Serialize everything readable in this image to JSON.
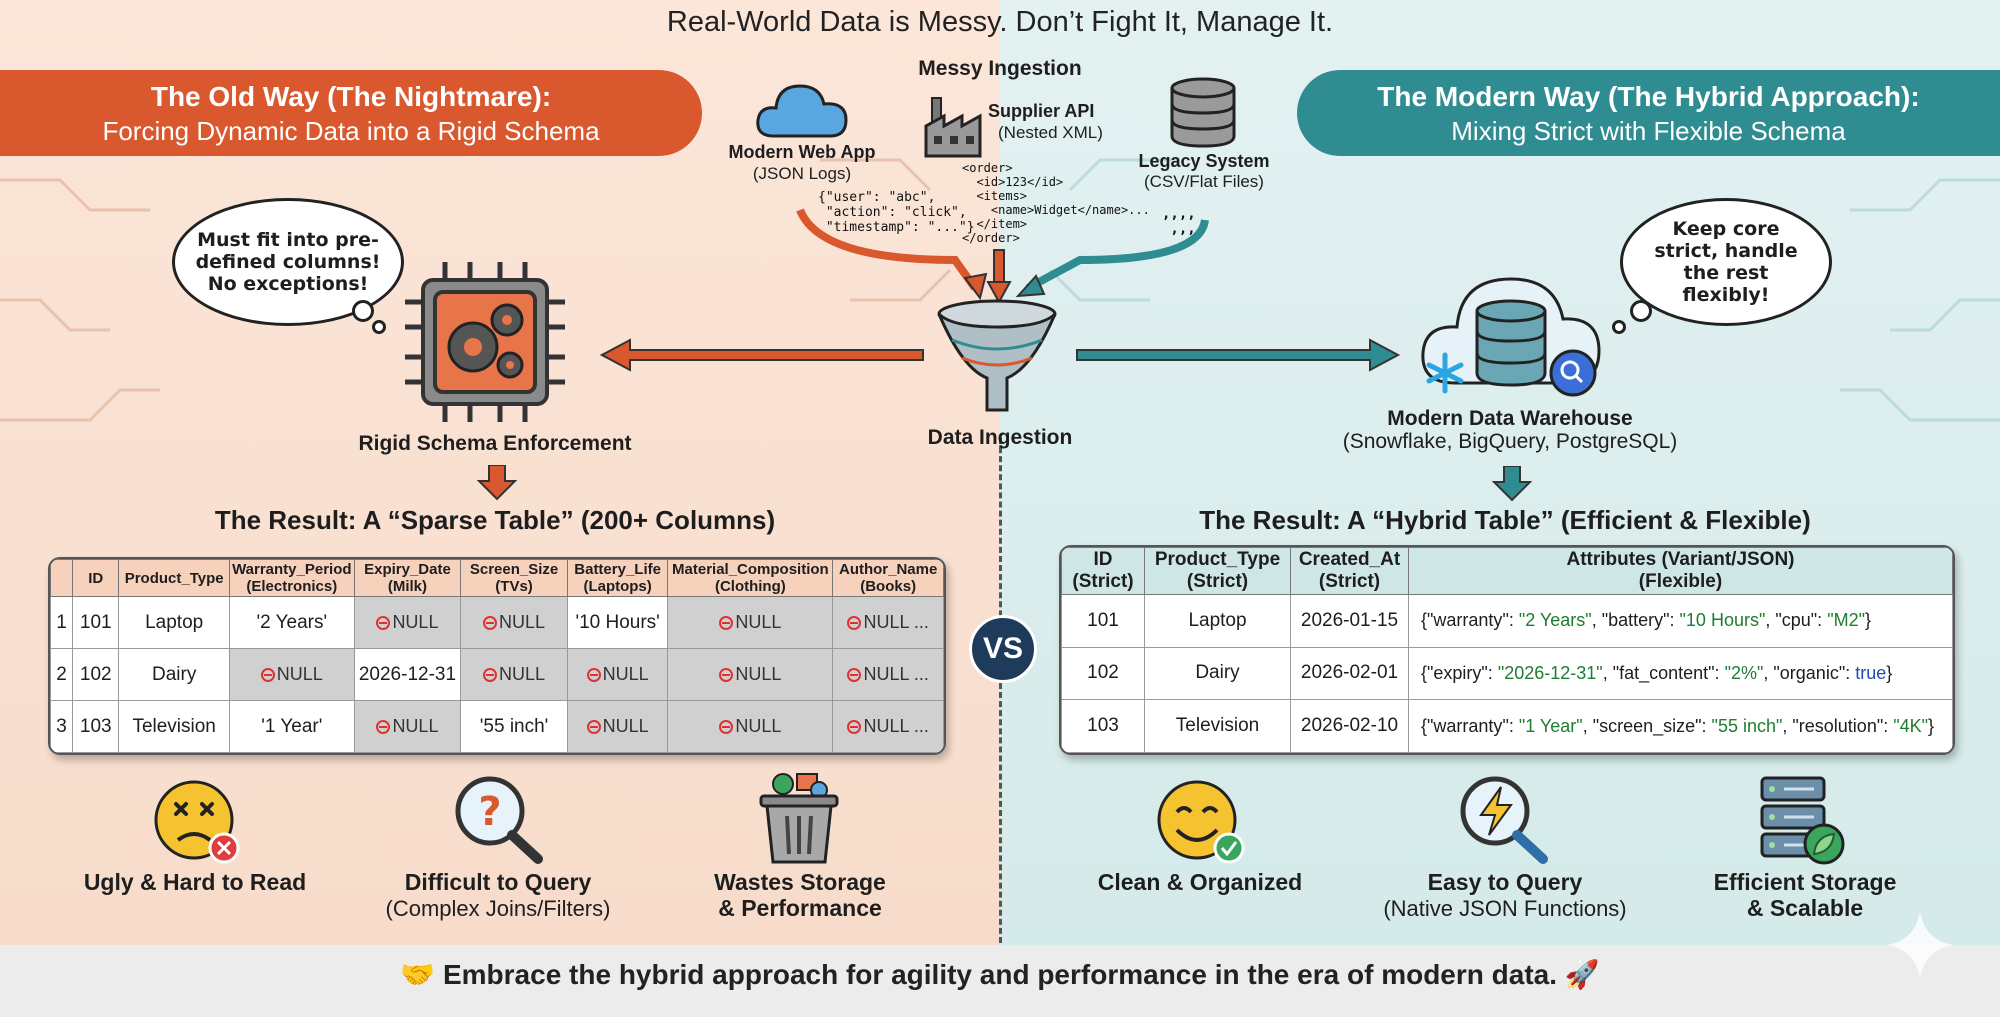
{
  "title": "Real-World Data is Messy. Don’t Fight It, Manage It.",
  "old_way": {
    "banner_title": "The Old Way (The Nightmare):",
    "banner_subtitle": "Forcing Dynamic Data into a Rigid Schema",
    "bubble": "Must fit into pre-defined columns! No exceptions!",
    "engine_label": "Rigid Schema Enforcement",
    "result_title": "The Result: A “Sparse Table” (200+ Columns)",
    "table": {
      "headers": [
        {
          "main": "",
          "sub": ""
        },
        {
          "main": "ID",
          "sub": ""
        },
        {
          "main": "Product_Type",
          "sub": ""
        },
        {
          "main": "Warranty_Period",
          "sub": "(Electronics)"
        },
        {
          "main": "Expiry_Date",
          "sub": "(Milk)"
        },
        {
          "main": "Screen_Size",
          "sub": "(TVs)"
        },
        {
          "main": "Battery_Life",
          "sub": "(Laptops)"
        },
        {
          "main": "Material_Composition",
          "sub": "(Clothing)"
        },
        {
          "main": "Author_Name",
          "sub": "(Books)"
        }
      ],
      "rows": [
        [
          "1",
          "101",
          "Laptop",
          "'2 Years'",
          "NULL",
          "NULL",
          "'10 Hours'",
          "NULL",
          "NULL ..."
        ],
        [
          "2",
          "102",
          "Dairy",
          "NULL",
          "2026-12-31",
          "NULL",
          "NULL",
          "NULL",
          "NULL ..."
        ],
        [
          "3",
          "103",
          "Television",
          "'1 Year'",
          "NULL",
          "'55 inch'",
          "NULL",
          "NULL",
          "NULL ..."
        ]
      ]
    },
    "features": [
      {
        "bold": "Ugly & Hard to Read",
        "note": "",
        "icon": "sad-face-icon"
      },
      {
        "bold": "Difficult to Query",
        "note": "(Complex Joins/Filters)",
        "icon": "question-magnifier-icon"
      },
      {
        "bold": "Wastes Storage",
        "bold2": "& Performance",
        "note": "",
        "icon": "overflowing-trash-icon"
      }
    ]
  },
  "center": {
    "heading": "Messy Ingestion",
    "sources": [
      {
        "name": "Modern Web App",
        "detail": "(JSON Logs)",
        "icon": "cloud-icon"
      },
      {
        "name": "Supplier API",
        "detail": "(Nested XML)",
        "icon": "factory-icon"
      },
      {
        "name": "Legacy System",
        "detail": "(CSV/Flat Files)",
        "icon": "database-icon"
      }
    ],
    "json_sample": "{\"user\": \"abc\",\n \"action\": \"click\",\n \"timestamp\": \"...\"}",
    "xml_sample": "<order>\n  <id>123</id>\n  <items>\n    <name>Widget</name>...\n  </item>\n</order>",
    "csv_sample": ",,,,\n ,,,,",
    "funnel_label": "Data Ingestion",
    "vs": "VS"
  },
  "new_way": {
    "banner_title": "The Modern Way (The Hybrid Approach):",
    "banner_subtitle": "Mixing Strict with Flexible Schema",
    "bubble": "Keep core strict, handle the rest flexibly!",
    "warehouse_label": "Modern Data Warehouse",
    "warehouse_detail": "(Snowflake, BigQuery, PostgreSQL)",
    "result_title": "The Result: A “Hybrid Table” (Efficient & Flexible)",
    "table": {
      "headers": [
        {
          "main": "ID",
          "sub": "(Strict)"
        },
        {
          "main": "Product_Type",
          "sub": "(Strict)"
        },
        {
          "main": "Created_At",
          "sub": "(Strict)"
        },
        {
          "main": "Attributes (Variant/JSON)",
          "sub": "(Flexible)"
        }
      ],
      "rows": [
        {
          "id": "101",
          "type": "Laptop",
          "created": "2026-01-15",
          "attrs": [
            {
              "k": "warranty",
              "v": "2 Years"
            },
            {
              "k": "battery",
              "v": "10 Hours"
            },
            {
              "k": "cpu",
              "v": "M2"
            }
          ]
        },
        {
          "id": "102",
          "type": "Dairy",
          "created": "2026-02-01",
          "attrs": [
            {
              "k": "expiry",
              "v": "2026-12-31"
            },
            {
              "k": "fat_content",
              "v": "2%"
            },
            {
              "k": "organic",
              "v": "true",
              "bool": true
            }
          ]
        },
        {
          "id": "103",
          "type": "Television",
          "created": "2026-02-10",
          "attrs": [
            {
              "k": "warranty",
              "v": "1 Year"
            },
            {
              "k": "screen_size",
              "v": "55 inch"
            },
            {
              "k": "resolution",
              "v": "4K"
            }
          ]
        }
      ]
    },
    "features": [
      {
        "bold": "Clean & Organized",
        "note": "",
        "icon": "happy-face-icon"
      },
      {
        "bold": "Easy to Query",
        "note": "(Native JSON Functions)",
        "icon": "lightning-magnifier-icon"
      },
      {
        "bold": "Efficient Storage",
        "bold2": "& Scalable",
        "note": "",
        "icon": "server-leaf-icon"
      }
    ]
  },
  "footer": "Embrace the hybrid approach for agility and performance in the era of modern data.",
  "colors": {
    "old": "#d9582e",
    "new": "#2f8c91",
    "vs": "#1f3b5c",
    "json_value": "#1e7d2e",
    "json_bool": "#1a4fb0"
  }
}
